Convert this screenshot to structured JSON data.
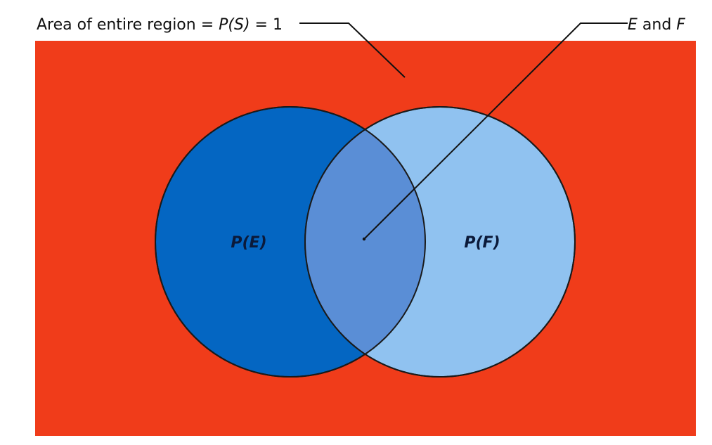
{
  "diagram": {
    "sample_space_label": {
      "prefix": "Area of entire region = ",
      "p": "P",
      "open": "(",
      "s": "S",
      "close": ")",
      "suffix": " = 1"
    },
    "intersection_label": {
      "e": "E",
      "and": " and ",
      "f": "F"
    },
    "circle_e_label": "P(E)",
    "circle_f_label": "P(F)",
    "colors": {
      "background_region": "#f03c1a",
      "circle_e": "#0466c2",
      "circle_f": "#90c2f0",
      "intersection": "#5a8ed6",
      "outline": "#1a1a1a",
      "leader_line": "#111111"
    }
  }
}
